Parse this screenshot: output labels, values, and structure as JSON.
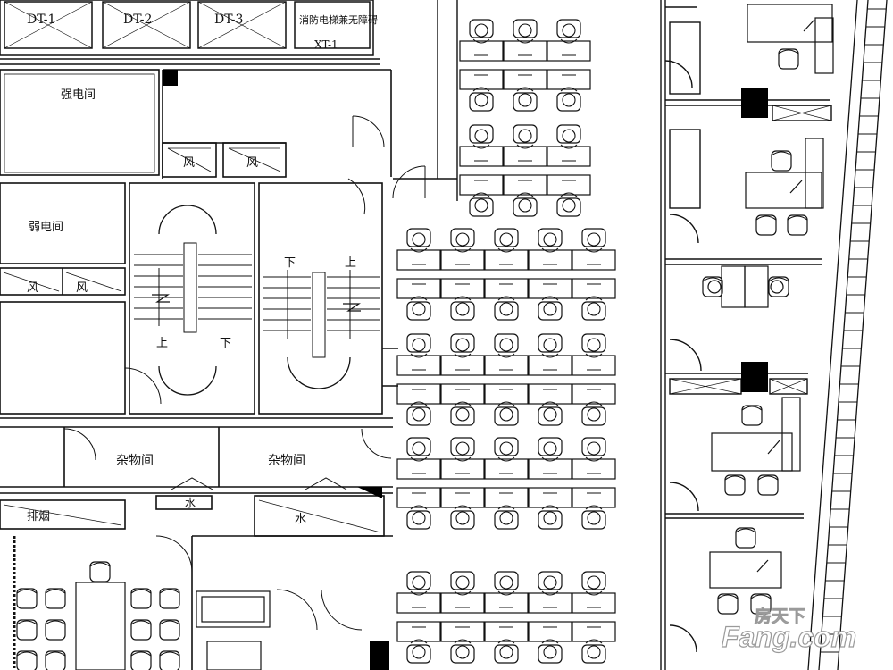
{
  "labels": {
    "elevators": [
      "DT-1",
      "DT-2",
      "DT-3"
    ],
    "fire_elevator": "消防电梯兼无障碍",
    "fire_elevator_code": "XT-1",
    "strong_room": "强电间",
    "weak_room": "弱电间",
    "wind": "风",
    "up": "上",
    "down": "下",
    "storage": "杂物间",
    "water": "水",
    "smoke": "排烟"
  },
  "watermark": {
    "brand_cn": "房天下",
    "brand_en": "Fang.com",
    "color": "#ffffff",
    "outline": "#9a9a9a"
  },
  "colors": {
    "line": "#111111",
    "fill_dark": "#000000",
    "background": "#ffffff"
  }
}
